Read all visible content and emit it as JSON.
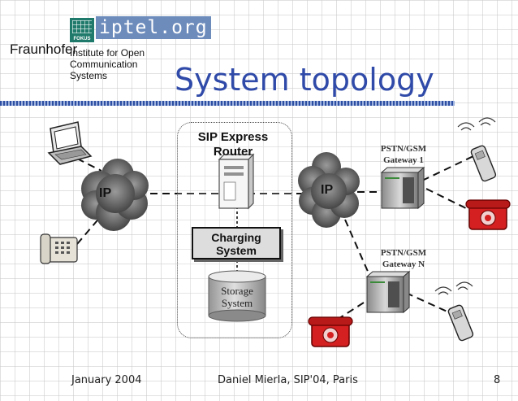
{
  "logos": {
    "fokus": "FOKUS",
    "iptel": "iptel.org",
    "fraunhofer": "Fraunhofer",
    "institute_line1": "Institute for Open",
    "institute_line2": "Communication Systems"
  },
  "slide": {
    "title": "System topology"
  },
  "diagram": {
    "left_cloud": "IP",
    "right_cloud": "IP",
    "router_line1": "SIP Express",
    "router_line2": "Router",
    "charging_line1": "Charging",
    "charging_line2": "System",
    "storage_line1": "Storage",
    "storage_line2": "System",
    "gateway1_line1": "PSTN/GSM",
    "gateway1_line2": "Gateway 1",
    "gatewayN_line1": "PSTN/GSM",
    "gatewayN_line2": "Gateway N",
    "colors": {
      "title": "#2f4aa8",
      "cloud": "#6a6a6a",
      "phone_red": "#d42020"
    }
  },
  "footer": {
    "date": "January 2004",
    "author": "Daniel Mierla, SIP'04, Paris",
    "page": "8"
  }
}
